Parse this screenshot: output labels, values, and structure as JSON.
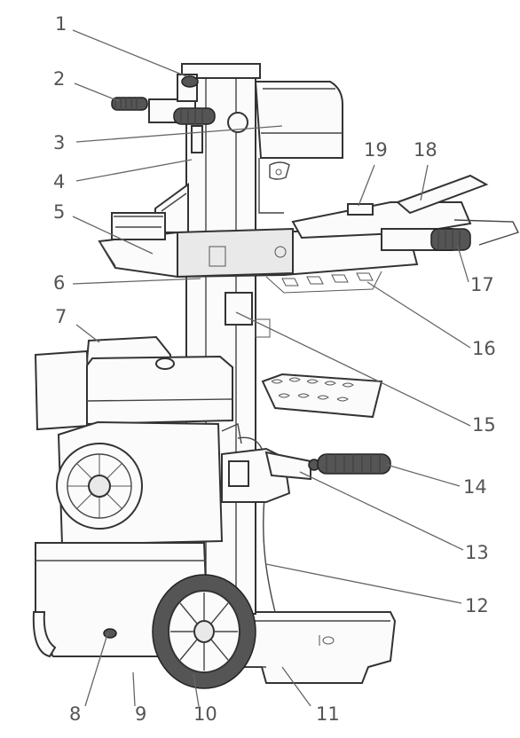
{
  "figure": {
    "callouts": [
      {
        "id": "1",
        "label": "1"
      },
      {
        "id": "2",
        "label": "2"
      },
      {
        "id": "3",
        "label": "3"
      },
      {
        "id": "4",
        "label": "4"
      },
      {
        "id": "5",
        "label": "5"
      },
      {
        "id": "6",
        "label": "6"
      },
      {
        "id": "7",
        "label": "7"
      },
      {
        "id": "8",
        "label": "8"
      },
      {
        "id": "9",
        "label": "9"
      },
      {
        "id": "10",
        "label": "10"
      },
      {
        "id": "11",
        "label": "11"
      },
      {
        "id": "12",
        "label": "12"
      },
      {
        "id": "13",
        "label": "13"
      },
      {
        "id": "14",
        "label": "14"
      },
      {
        "id": "15",
        "label": "15"
      },
      {
        "id": "16",
        "label": "16"
      },
      {
        "id": "17",
        "label": "17"
      },
      {
        "id": "18",
        "label": "18"
      },
      {
        "id": "19",
        "label": "19"
      }
    ]
  }
}
